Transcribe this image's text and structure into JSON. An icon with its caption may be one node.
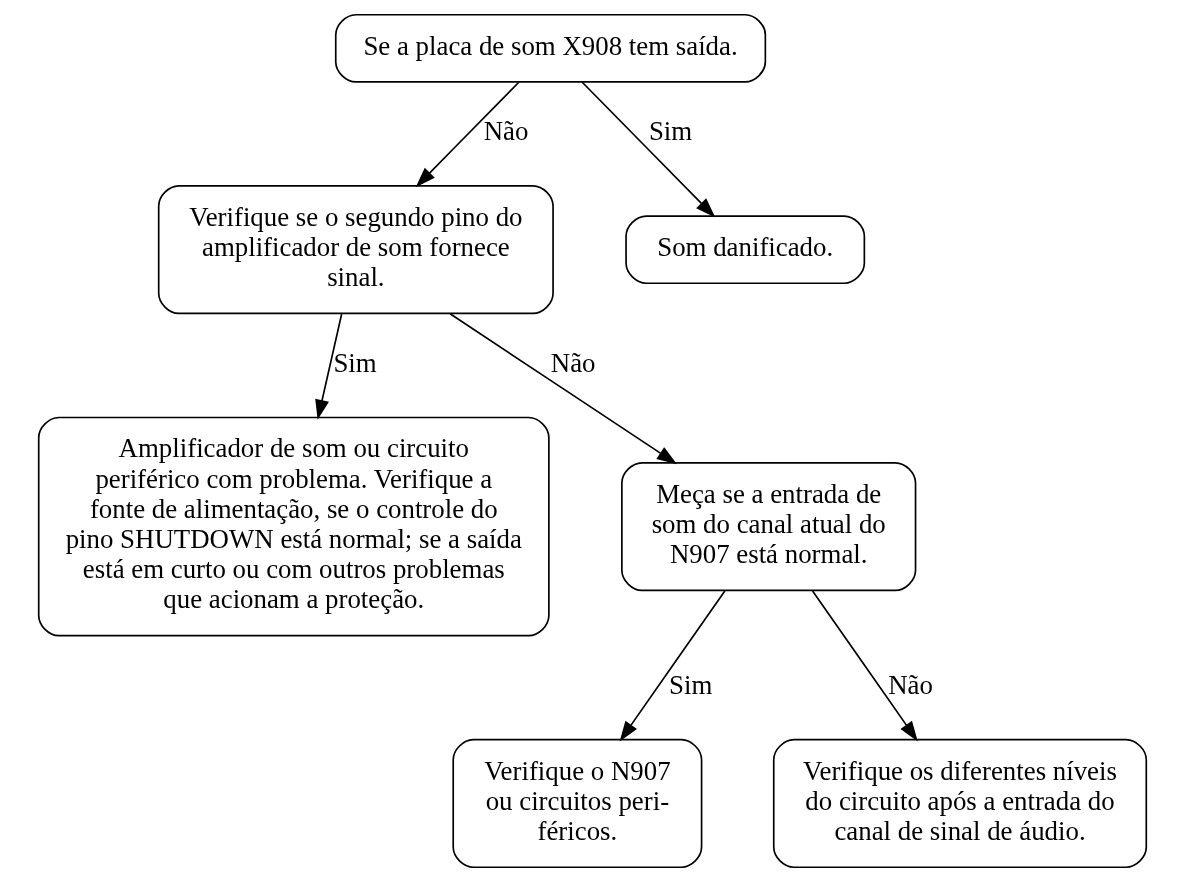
{
  "diagram": {
    "nodes": [
      {
        "text": [
          "Se a placa de som X908 tem saída."
        ]
      },
      {
        "text": [
          "Verifique se o segundo pino do amplificador de som fornece sinal."
        ]
      },
      {
        "text": [
          "Som danificado."
        ]
      },
      {
        "text": [
          "Amplificador de som ou circuito periférico com problema. Verifique a fonte de alimentação, se o controle do pino SHUTDOWN está normal; se a saída está em curto ou com outros problemas que acionam a proteção."
        ]
      },
      {
        "text": [
          "Meça se a entrada de som do canal atual do N907 está normal."
        ]
      },
      {
        "text": [
          "Verifique o N907 ou circuitos peri- féricos."
        ]
      },
      {
        "text": [
          "Verifique os diferentes níveis do circuito após a entrada do canal de sinal de áudio."
        ]
      }
    ],
    "edges": [
      {
        "from": 0,
        "to": 1,
        "label": "Não",
        "arrow": "to"
      },
      {
        "from": 0,
        "to": 2,
        "label": "Sim",
        "arrow": "to"
      },
      {
        "from": 1,
        "to": 3,
        "label": "Sim",
        "arrow": "to"
      },
      {
        "from": 1,
        "to": 4,
        "label": "Não",
        "arrow": "to"
      },
      {
        "from": 4,
        "to": 5,
        "label": "Sim",
        "arrow": "to"
      },
      {
        "from": 4,
        "to": 6,
        "label": "Não",
        "arrow": "to"
      }
    ]
  }
}
